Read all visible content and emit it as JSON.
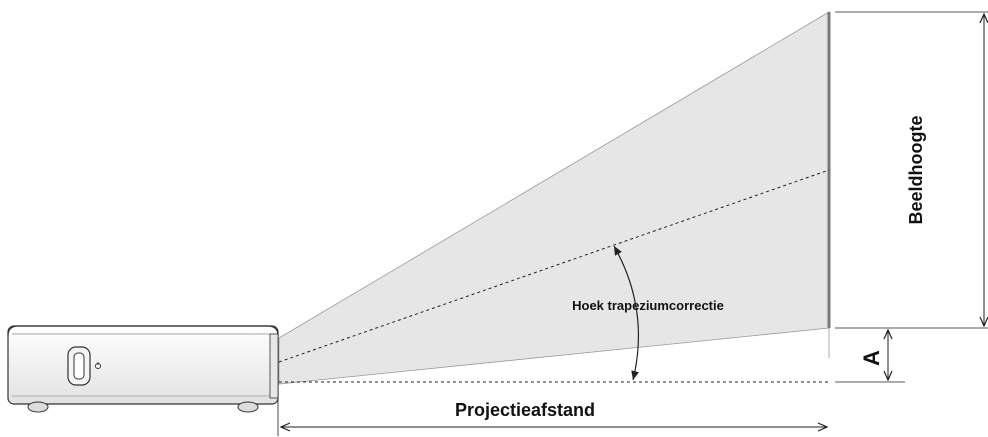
{
  "labels": {
    "screen_height": "Beeldhoogte",
    "keystone_angle": "Hoek trapeziumcorrectie",
    "offset": "A",
    "projection_distance": "Projectieafstand"
  },
  "colors": {
    "beam_fill": "#e6e6e6",
    "screen": "#7a7a7a",
    "line": "#222222",
    "projector_body": "#f2f2f2"
  },
  "icons": {
    "projector": "projector-icon",
    "power": "power-icon",
    "lens": "lens-icon"
  }
}
